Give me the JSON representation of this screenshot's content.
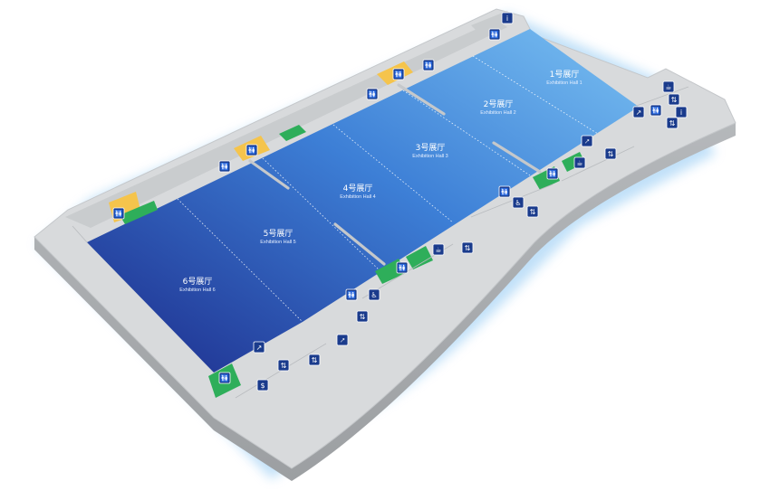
{
  "map": {
    "halls": [
      {
        "id": "1",
        "name_cn": "1号展厅",
        "name_en": "Exhibition Hall 1"
      },
      {
        "id": "2",
        "name_cn": "2号展厅",
        "name_en": "Exhibition Hall 2"
      },
      {
        "id": "3",
        "name_cn": "3号展厅",
        "name_en": "Exhibition Hall 3"
      },
      {
        "id": "4",
        "name_cn": "4号展厅",
        "name_en": "Exhibition Hall 4"
      },
      {
        "id": "5",
        "name_cn": "5号展厅",
        "name_en": "Exhibition Hall 5"
      },
      {
        "id": "6",
        "name_cn": "6号展厅",
        "name_en": "Exhibition Hall 6"
      }
    ],
    "colors": {
      "floor_top": "#d6d8da",
      "floor_side": "#a9acae",
      "hall_light": "#6fb6ee",
      "hall_dark": "#1f2f8e",
      "icon_bg": "#1a3b8c",
      "room_green": "#2eae5a",
      "room_yellow": "#f5c44c",
      "wall": "#b9bcbf"
    },
    "icon_names": [
      "restroom-icon",
      "stairs-icon",
      "elevator-icon",
      "escalator-icon",
      "food-icon",
      "info-icon",
      "atm-icon",
      "accessible-icon"
    ]
  }
}
